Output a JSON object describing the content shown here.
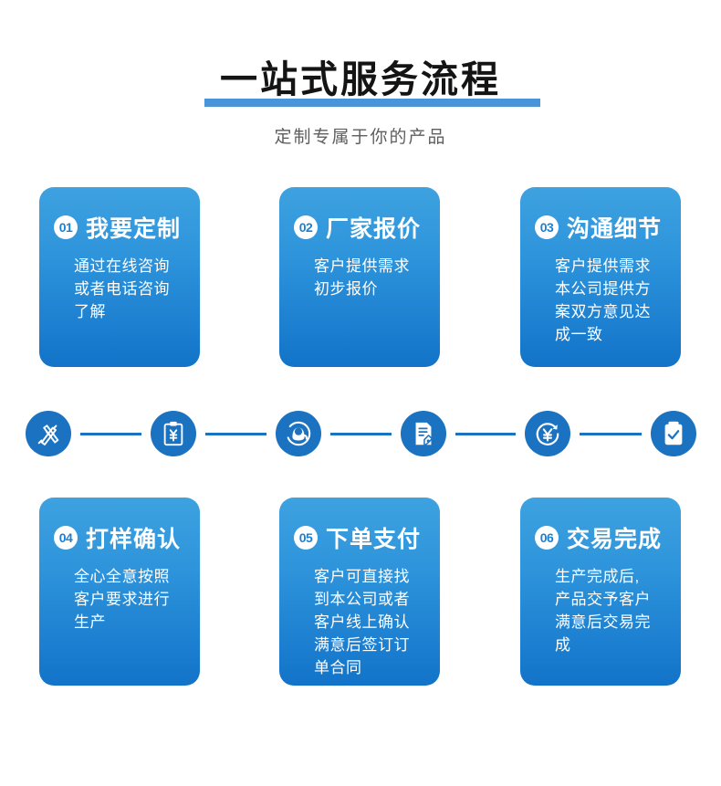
{
  "header": {
    "title": "一站式服务流程",
    "subtitle": "定制专属于你的产品",
    "underline_color": "#4a94d8",
    "title_color": "#141414",
    "subtitle_color": "#5e5e5e"
  },
  "theme": {
    "card_gradient_top": "#3ea2e0",
    "card_gradient_bottom": "#1273c8",
    "icon_circle_color": "#1b72c0",
    "connector_color": "#1b72c0",
    "badge_background": "#ffffff",
    "badge_text_color": "#1b80d2"
  },
  "steps": [
    {
      "number": "01",
      "title": "我要定制",
      "lines": [
        "通过在线咨询",
        "或者电话咨询",
        "了解"
      ]
    },
    {
      "number": "02",
      "title": "厂家报价",
      "lines": [
        "客户提供需求",
        "初步报价"
      ]
    },
    {
      "number": "03",
      "title": "沟通细节",
      "lines": [
        "客户提供需求",
        "本公司提供方",
        "案双方意见达",
        "成一致"
      ]
    },
    {
      "number": "04",
      "title": "打样确认",
      "lines": [
        "全心全意按照",
        "客户要求进行",
        "生产"
      ]
    },
    {
      "number": "05",
      "title": "下单支付",
      "lines": [
        "客户可直接找",
        "到本公司或者",
        "客户线上确认",
        "满意后签订订",
        "单合同"
      ]
    },
    {
      "number": "06",
      "title": "交易完成",
      "lines": [
        "生产完成后,",
        "产品交予客户",
        "满意后交易完",
        "成"
      ]
    }
  ],
  "icons": [
    {
      "name": "design-tools-icon",
      "meaning": "定制设计"
    },
    {
      "name": "clipboard-yuan-icon",
      "meaning": "报价单"
    },
    {
      "name": "headset-support-icon",
      "meaning": "沟通客服"
    },
    {
      "name": "document-sign-icon",
      "meaning": "打样确认单"
    },
    {
      "name": "yuan-payment-icon",
      "meaning": "下单支付"
    },
    {
      "name": "clipboard-check-icon",
      "meaning": "交易完成"
    }
  ]
}
